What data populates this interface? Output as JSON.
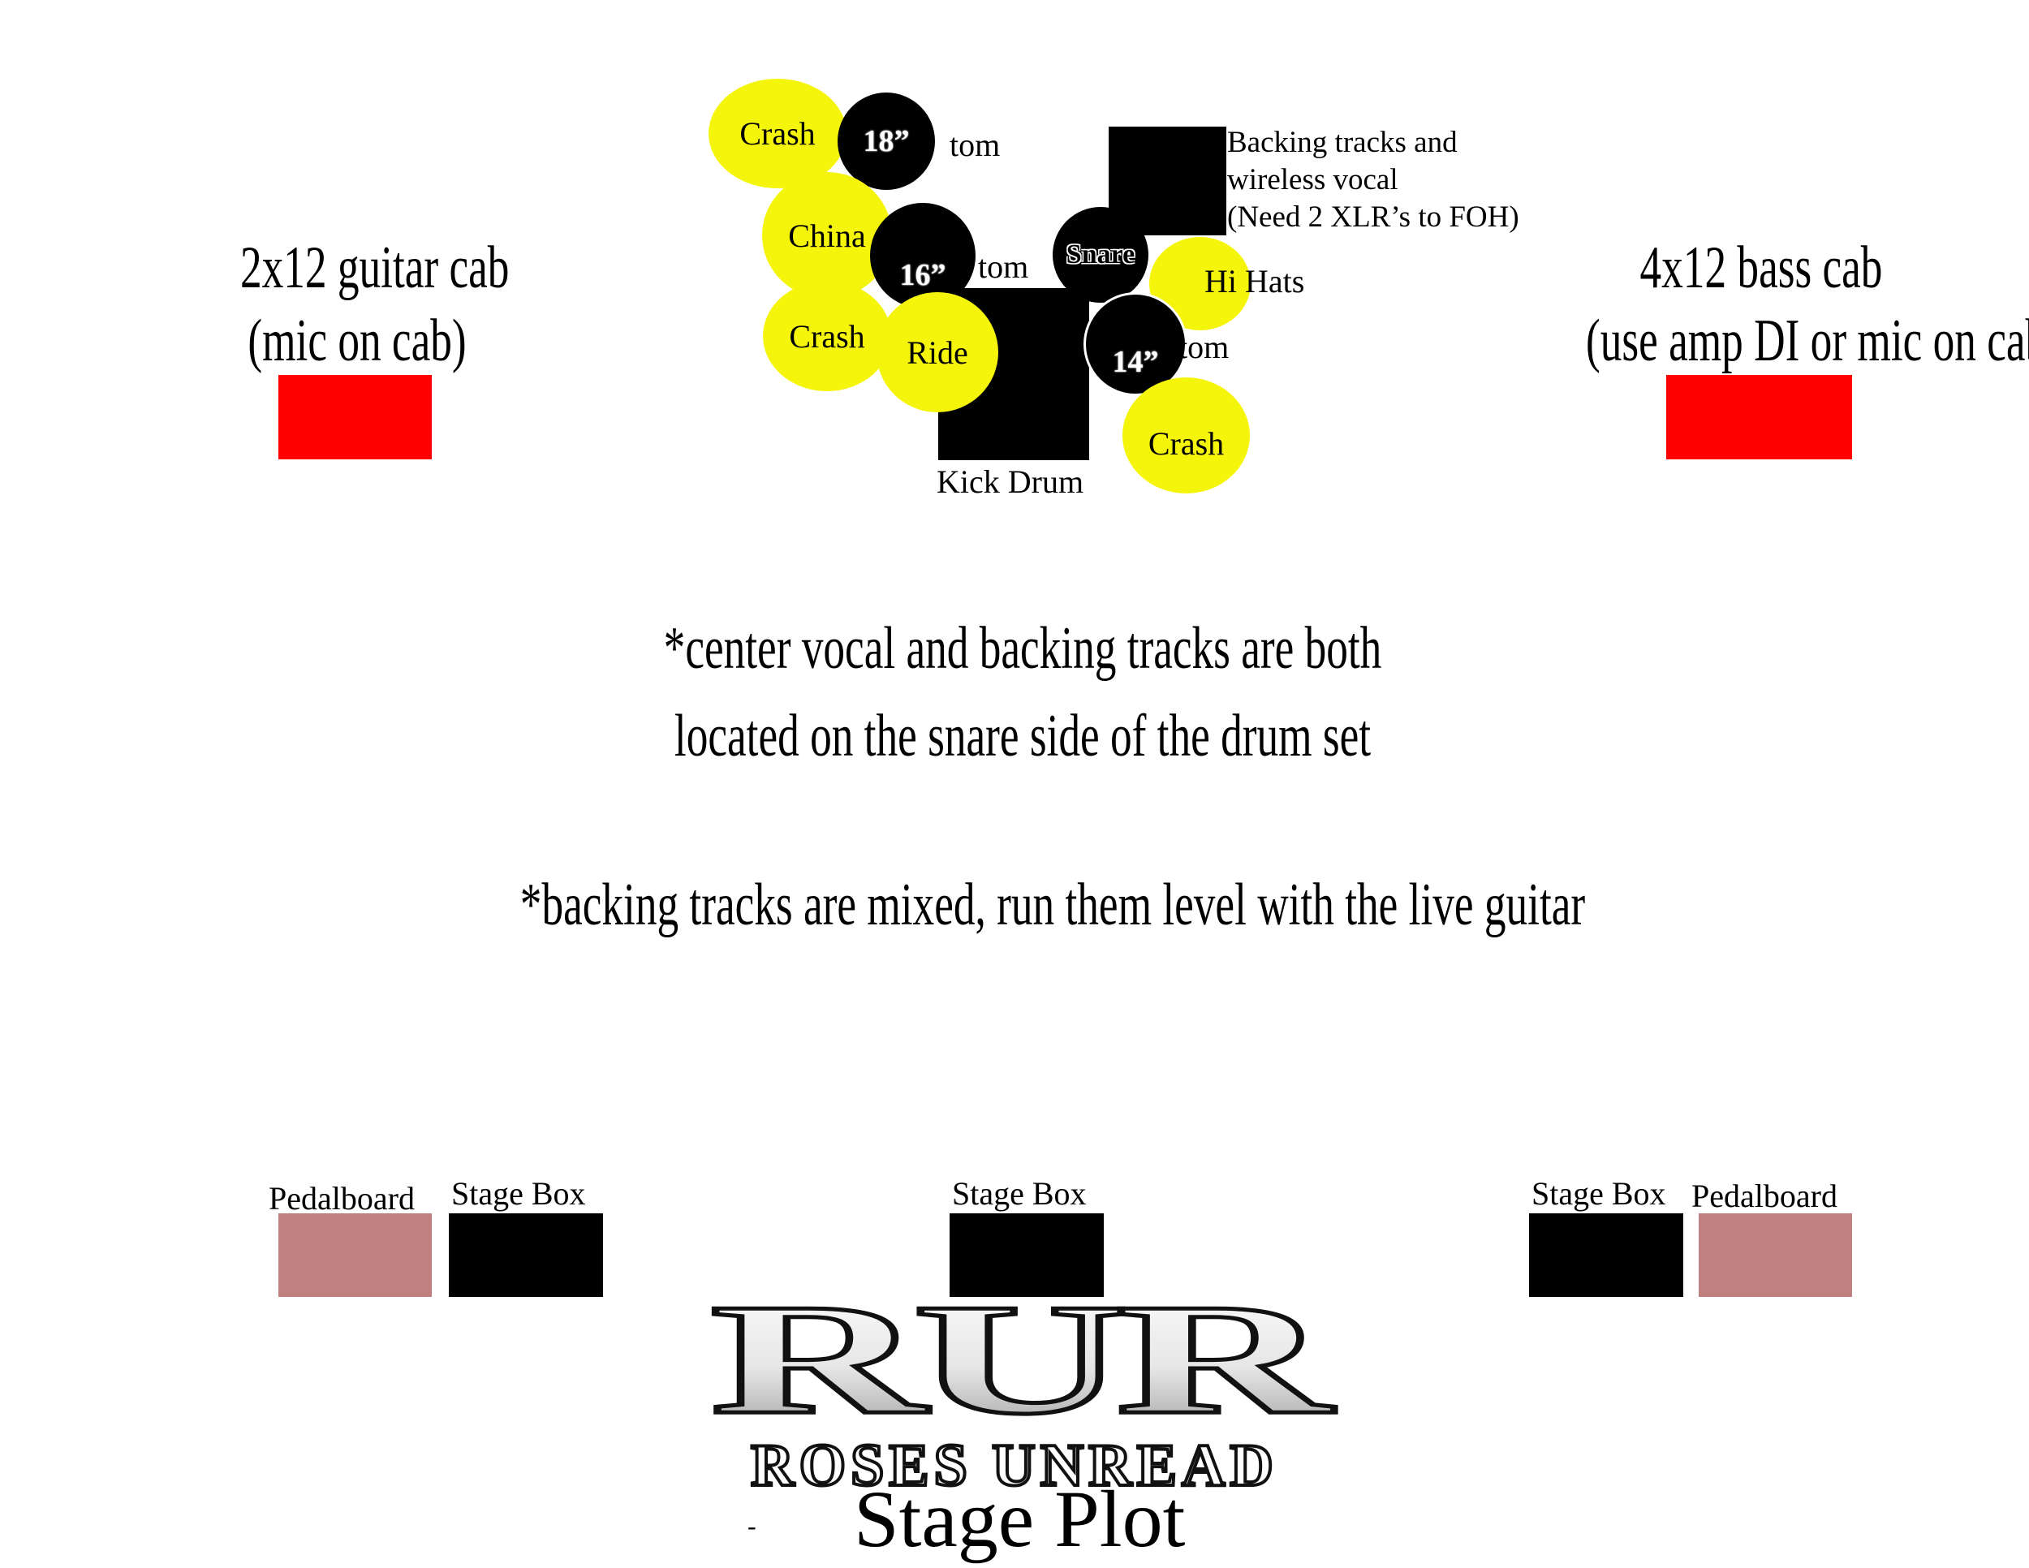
{
  "amps": {
    "guitar": {
      "line1": "2x12 guitar cab",
      "line2": "(mic on cab)",
      "color": "#ff0000"
    },
    "bass": {
      "line1": "4x12 bass cab",
      "line2": "(use amp DI or mic on cab)",
      "color": "#ff0000"
    }
  },
  "drums": {
    "crash_top": "Crash",
    "tom18_num": "18”",
    "tom18_word": "tom",
    "china": "China",
    "tom16_num": "16”",
    "tom16_word": "tom",
    "crash_left": "Crash",
    "ride": "Ride",
    "snare": "Snare",
    "hihats": "Hi Hats",
    "tom14_num": "14”",
    "tom14_word": "tom",
    "crash_right": "Crash",
    "kick": "Kick Drum",
    "cymbal_color": "#f5f50c"
  },
  "backing": {
    "line1": "Backing tracks and",
    "line2": "wireless vocal",
    "line3": "(Need 2 XLR’s to FOH)"
  },
  "notes": {
    "note1_line1": "*center vocal and backing tracks are both",
    "note1_line2": "located on the snare side of the drum set",
    "note2": "*backing tracks are mixed, run them level with the live guitar"
  },
  "front": {
    "pedalboard_left": "Pedalboard",
    "stagebox_left": "Stage Box",
    "stagebox_center": "Stage Box",
    "stagebox_right": "Stage Box",
    "pedalboard_right": "Pedalboard",
    "pedalboard_color": "#c08080"
  },
  "logo": {
    "monogram": "RUR",
    "band_name": "ROSES UNREAD",
    "dash": "-",
    "subtitle": "Stage Plot"
  }
}
